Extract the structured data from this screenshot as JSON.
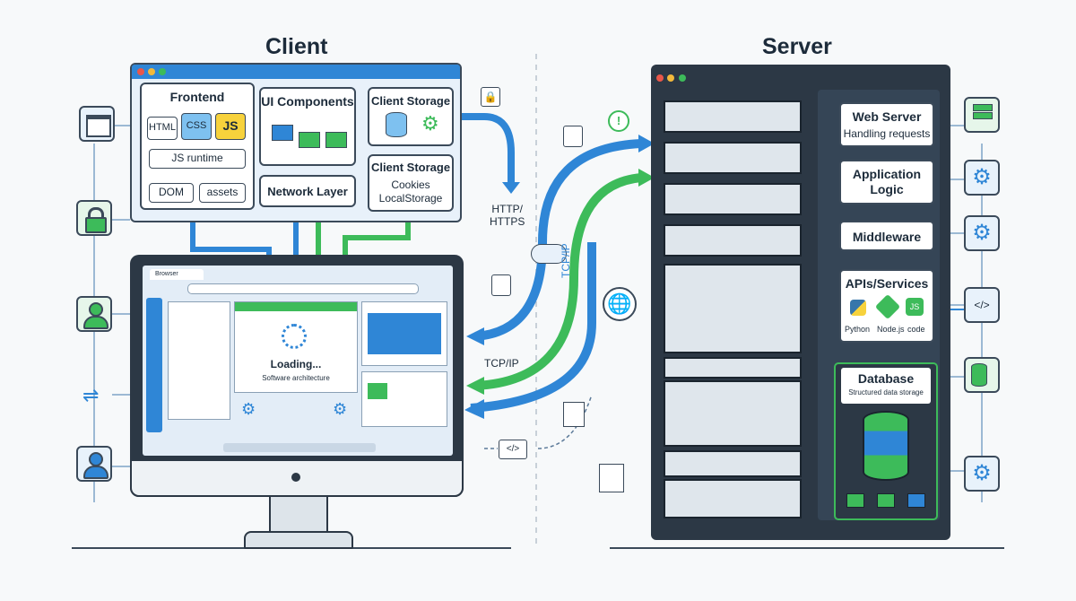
{
  "client": {
    "title": "Client",
    "frontend": {
      "title": "Frontend",
      "html": "HTML",
      "css": "CSS",
      "js": "JS",
      "runtime": "JS runtime",
      "dom": "DOM",
      "assets": "assets"
    },
    "ui_components": "UI Components",
    "client_storage_top": "Client Storage",
    "client_storage": {
      "title": "Client Storage",
      "line1": "Cookies",
      "line2": "LocalStorage"
    },
    "network_layer": "Network Layer",
    "browser": {
      "tab": "Browser",
      "loading": "Loading...",
      "caption": "Software architecture"
    }
  },
  "protocols": {
    "http": "HTTP/\nHTTPS",
    "tcp_horizontal": "TCP/IP",
    "tcp_vertical": "TCP/IP"
  },
  "server": {
    "title": "Server",
    "web_server": {
      "title": "Web Server",
      "subtitle": "Handling requests"
    },
    "app_logic": "Application\nLogic",
    "middleware": "Middleware",
    "apis": {
      "title": "APIs/Services",
      "python": "Python",
      "node": "Node.js",
      "code": "code",
      "js_badge": "JS"
    },
    "database": {
      "title": "Database",
      "subtitle": "Structured data storage"
    }
  },
  "icons": {
    "left": [
      "window-icon",
      "lock-icon",
      "user-icon",
      "link-icon",
      "user-icon"
    ],
    "right": [
      "server-icon",
      "gear-icon",
      "gear-icon",
      "code-icon",
      "database-money-icon",
      "gear-icon"
    ]
  },
  "colors": {
    "blue": "#2f86d6",
    "green": "#3dbb5a",
    "dark": "#2c3845",
    "frame": "#3b4a5a"
  }
}
